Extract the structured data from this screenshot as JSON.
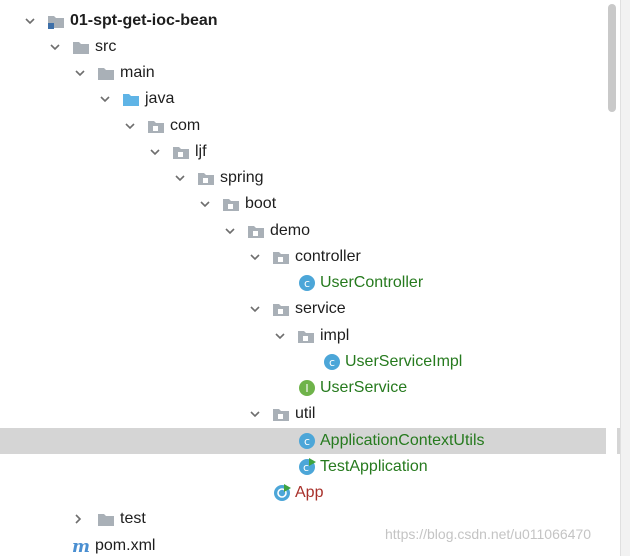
{
  "tree": {
    "rows": [
      {
        "label": "01-spt-get-ioc-bean",
        "icon": "module-folder-icon",
        "expanded": true
      },
      {
        "label": "src",
        "icon": "folder-icon",
        "expanded": true
      },
      {
        "label": "main",
        "icon": "folder-icon",
        "expanded": true
      },
      {
        "label": "java",
        "icon": "source-root-folder-icon",
        "expanded": true
      },
      {
        "label": "com",
        "icon": "package-icon",
        "expanded": true
      },
      {
        "label": "ljf",
        "icon": "package-icon",
        "expanded": true
      },
      {
        "label": "spring",
        "icon": "package-icon",
        "expanded": true
      },
      {
        "label": "boot",
        "icon": "package-icon",
        "expanded": true
      },
      {
        "label": "demo",
        "icon": "package-icon",
        "expanded": true
      },
      {
        "label": "controller",
        "icon": "package-icon",
        "expanded": true
      },
      {
        "label": "UserController",
        "icon": "class-icon"
      },
      {
        "label": "service",
        "icon": "package-icon",
        "expanded": true
      },
      {
        "label": "impl",
        "icon": "package-icon",
        "expanded": true
      },
      {
        "label": "UserServiceImpl",
        "icon": "class-icon"
      },
      {
        "label": "UserService",
        "icon": "interface-icon"
      },
      {
        "label": "util",
        "icon": "package-icon",
        "expanded": true
      },
      {
        "label": "ApplicationContextUtils",
        "icon": "class-icon",
        "selected": true
      },
      {
        "label": "TestApplication",
        "icon": "runnable-class-icon"
      },
      {
        "label": "App",
        "icon": "spring-boot-app-icon"
      },
      {
        "label": "test",
        "icon": "folder-icon",
        "expanded": false
      },
      {
        "label": "pom.xml",
        "icon": "maven-pom-icon"
      }
    ]
  },
  "watermark": "https://blog.csdn.net/u011066470",
  "colors": {
    "selection": "#d5d5d5",
    "class_text": "#267a1e",
    "app_text": "#a8302a",
    "class_icon": "#4ca6d8",
    "interface_icon": "#6fb34a",
    "folder": "#a9b0b7",
    "source_folder": "#5fb4e6"
  }
}
